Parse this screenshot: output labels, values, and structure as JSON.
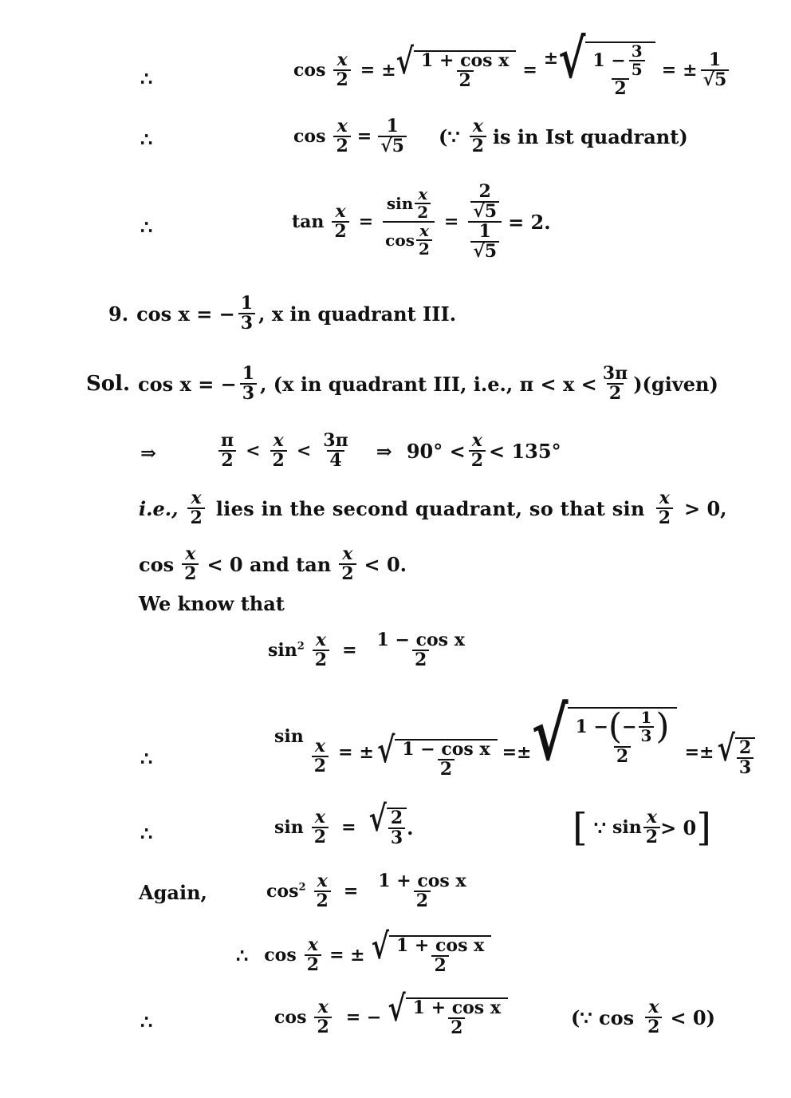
{
  "therefore": "∴",
  "implies": "⇒",
  "block1": {
    "line1": {
      "lhs_fn": "cos",
      "x": "x",
      "two": "2",
      "eq": "=",
      "pm": "±",
      "sqrt1_num": "1 + cos x",
      "sqrt1_den": "2",
      "sqrt2_num_one": "1 −",
      "sqrt2_inner_num": "3",
      "sqrt2_inner_den": "5",
      "sqrt2_den": "2",
      "result_num": "1",
      "result_den": "√5"
    },
    "line2": {
      "lhs_fn": "cos",
      "x": "x",
      "two": "2",
      "eq": "=",
      "result_num": "1",
      "result_den": "√5",
      "reason_open": "(∵",
      "reason_x": "x",
      "reason_two": "2",
      "reason_text": "is in Ist quadrant)"
    },
    "line3": {
      "lhs_fn": "tan",
      "x": "x",
      "two": "2",
      "eq": "=",
      "num_fn": "sin",
      "den_fn": "cos",
      "big_num_num": "2",
      "big_num_den": "√5",
      "big_den_num": "1",
      "big_den_den": "√5",
      "result": "= 2."
    }
  },
  "problem9": {
    "number": "9.",
    "text_fn": "cos x = −",
    "num": "1",
    "den": "3",
    "rest": ", x in quadrant III."
  },
  "solution": {
    "label": "Sol.",
    "text_fn": "cos x = −",
    "num": "1",
    "den": "3",
    "middle": ", (x in quadrant III, i.e., π < x <",
    "end_num": "3π",
    "end_den": "2",
    "end": ")(given)",
    "range": {
      "pi": "π",
      "two": "2",
      "lt": "<",
      "x": "x",
      "three_pi": "3π",
      "four": "4",
      "deg_left": "90° <",
      "deg_right": "< 135°"
    },
    "ie_label": "i.e.,",
    "ie_text": "lies in the second quadrant, so that sin",
    "ie_end": "> 0,",
    "line_cos": "cos",
    "line_cos_mid": "< 0 and tan",
    "line_cos_end": "< 0.",
    "we_know": "We know that",
    "sin2": {
      "fn": "sin",
      "sup": "2",
      "eq": "=",
      "num": "1 − cos x",
      "den": "2"
    },
    "sin_pm": {
      "fn": "sin",
      "eq": "=",
      "pm": "±",
      "sqrt_num": "1 − cos x",
      "sqrt_den": "2",
      "eq2": "=±",
      "inner_one": "1 −",
      "inner_neg": "−",
      "inner_num": "1",
      "inner_den": "3",
      "inner_outer_den": "2",
      "eq3": "=±",
      "final_num": "2",
      "final_den": "3"
    },
    "sin_final": {
      "fn": "sin",
      "eq": "=",
      "num": "2",
      "den": "3",
      "dot": ".",
      "reason_because": "∵",
      "reason_fn": "sin",
      "reason_end": "> 0"
    },
    "again_label": "Again,",
    "cos2": {
      "fn": "cos",
      "sup": "2",
      "eq": "=",
      "num": "1 + cos x",
      "den": "2"
    },
    "cos_pm": {
      "fn": "cos",
      "eq": "= ±",
      "num": "1 + cos x",
      "den": "2"
    },
    "cos_final": {
      "fn": "cos",
      "eq": "= −",
      "num": "1 + cos x",
      "den": "2",
      "reason_open": "(∵ cos",
      "reason_end": "< 0)"
    }
  }
}
